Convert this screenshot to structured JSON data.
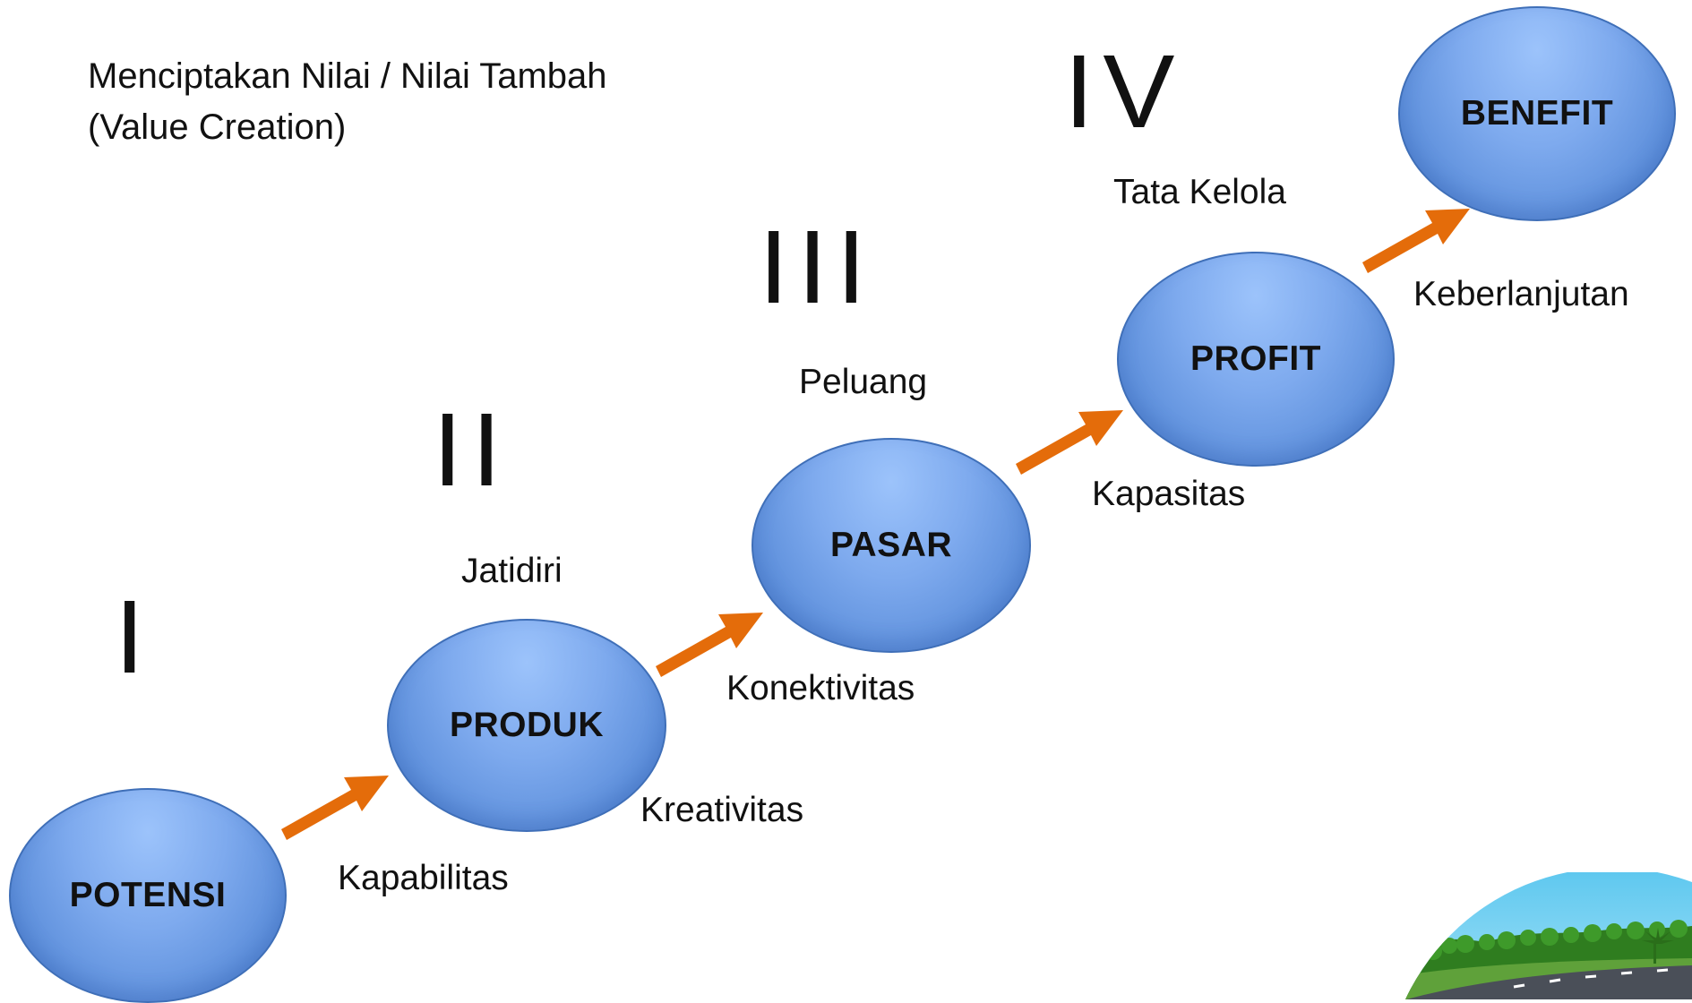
{
  "title": {
    "line1": "Menciptakan Nilai / Nilai Tambah",
    "line2": "(Value Creation)"
  },
  "stages": [
    "I",
    "II",
    "III",
    "IV"
  ],
  "nodes": {
    "potensi": "POTENSI",
    "produk": "PRODUK",
    "pasar": "PASAR",
    "profit": "PROFIT",
    "benefit": "BENEFIT"
  },
  "labels": {
    "kapabilitas": "Kapabilitas",
    "kreativitas": "Kreativitas",
    "jatidiri": "Jatidiri",
    "konektivitas": "Konektivitas",
    "peluang": "Peluang",
    "kapasitas": "Kapasitas",
    "tata_kelola": "Tata Kelola",
    "keberlanjutan": "Keberlanjutan"
  },
  "colors": {
    "node_fill": "#7eaaee",
    "node_border": "#3f6fb8",
    "arrow": "#e46c0a",
    "text": "#111111"
  },
  "icons": {
    "arrow": "arrow-up-right-icon",
    "scene": "road-landscape-icon"
  }
}
